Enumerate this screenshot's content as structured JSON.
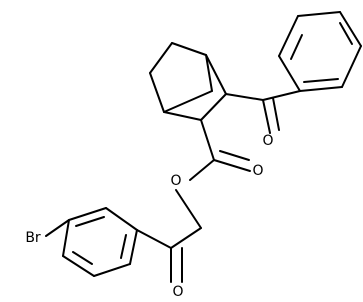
{
  "diagram": {
    "atoms": {
      "bromine": "Br",
      "ester_oxygen": "O",
      "ester_carbonyl_oxygen": "O",
      "ketone_oxygen": "O",
      "benzoyl_oxygen": "O"
    }
  }
}
